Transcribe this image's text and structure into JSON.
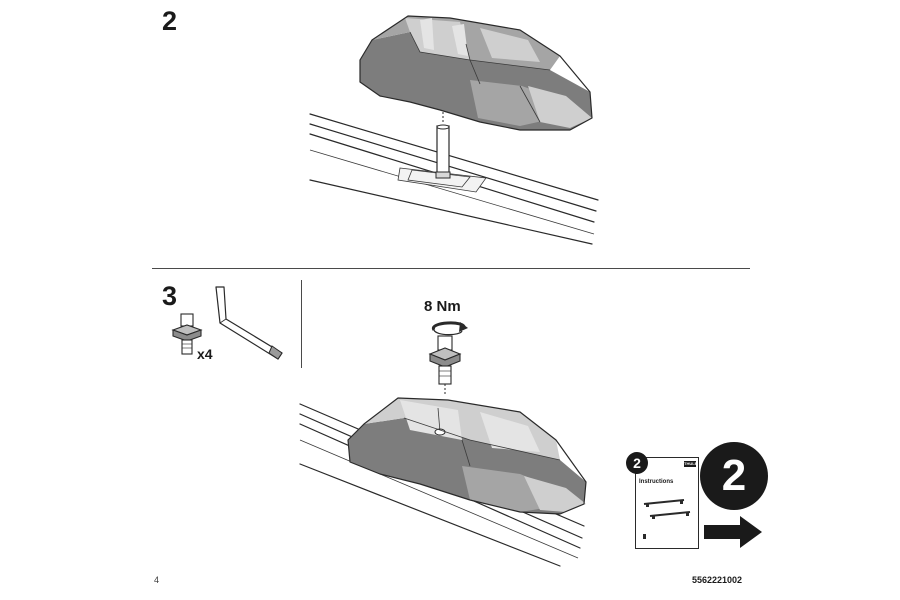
{
  "steps": {
    "step2_number": "2",
    "step3_number": "3"
  },
  "parts": {
    "bolt_quantity": "x4"
  },
  "torque": {
    "value": "8 Nm"
  },
  "next_doc": {
    "badge_number": "2",
    "card_title": "Instructions",
    "brand": "THULE",
    "big_number": "2"
  },
  "footer": {
    "page_number": "4",
    "doc_code": "5562221002"
  },
  "icons": {
    "hex_key": "allen-key-icon",
    "bolt": "bolt-icon",
    "rotate": "rotate-clockwise-icon",
    "next": "arrow-right-icon"
  },
  "colors": {
    "ink": "#1a1a1a",
    "part_gray": "#7d7d7d"
  }
}
